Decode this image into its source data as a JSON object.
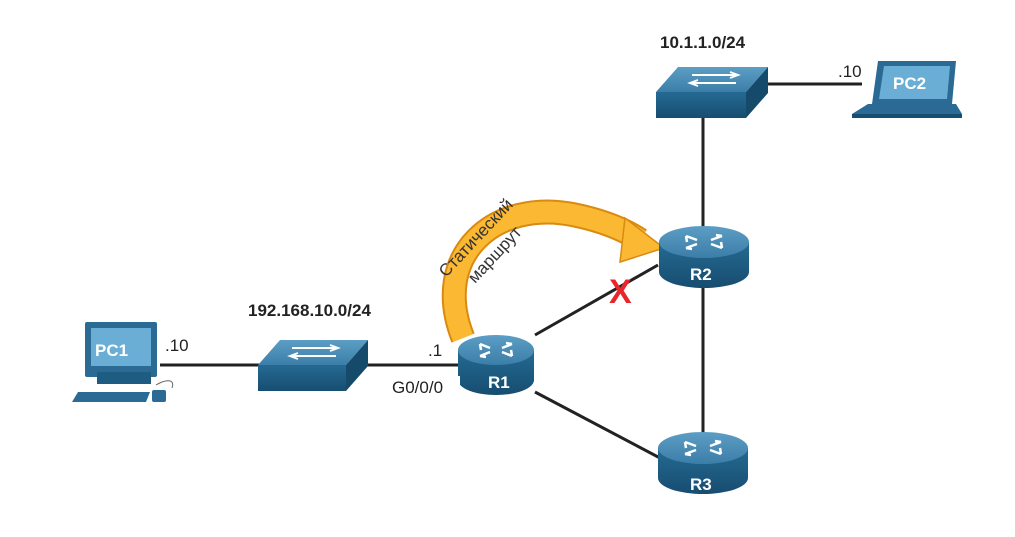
{
  "networks": {
    "lan1": "192.168.10.0/24",
    "lan2": "10.1.1.0/24"
  },
  "devices": {
    "pc1": "PC1",
    "pc2": "PC2",
    "r1": "R1",
    "r2": "R2",
    "r3": "R3"
  },
  "addresses": {
    "pc1_host": ".10",
    "pc2_host": ".10",
    "r1_host": ".1",
    "r1_interface": "G0/0/0"
  },
  "static_route": {
    "line1": "Статический",
    "line2": "маршрут"
  },
  "failure_mark": "X",
  "colors": {
    "device_top": "#4a8fb6",
    "device_body": "#1f5c82",
    "link": "#222222",
    "route_arrow": "#f7a722",
    "failure": "#e8262b"
  }
}
